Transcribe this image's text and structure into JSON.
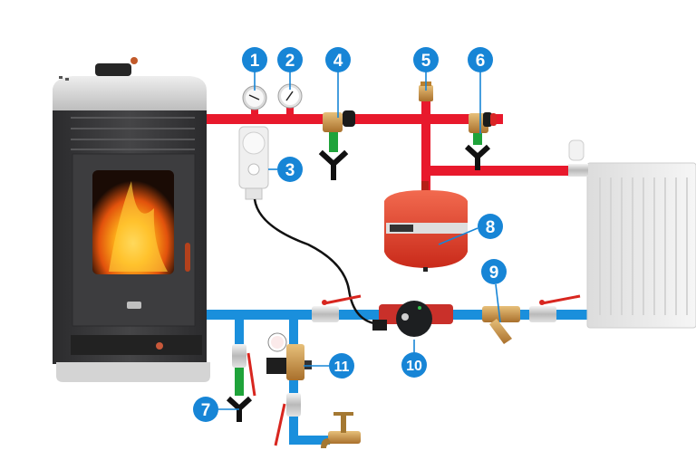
{
  "colors": {
    "hot_pipe": "#e8192c",
    "cold_pipe": "#1a8fdc",
    "drain_pipe": "#1fa33a",
    "badge": "#1785d6",
    "brass": "#c8974d",
    "valve_handle": "#d8261f",
    "stove_body": "#3a3a3c",
    "stove_top": "#d6d6d6",
    "expansion_tank": "#e2412c",
    "radiator": "#efefef"
  },
  "components": [
    {
      "number": "1",
      "icon": "thermometer-icon"
    },
    {
      "number": "2",
      "icon": "pressure-gauge-icon"
    },
    {
      "number": "3",
      "icon": "pipe-thermostat-icon"
    },
    {
      "number": "4",
      "icon": "safety-valve-icon"
    },
    {
      "number": "5",
      "icon": "air-vent-icon"
    },
    {
      "number": "6",
      "icon": "safety-valve-icon"
    },
    {
      "number": "7",
      "icon": "drain-outlet-icon"
    },
    {
      "number": "8",
      "icon": "expansion-tank-icon"
    },
    {
      "number": "9",
      "icon": "y-strainer-icon"
    },
    {
      "number": "10",
      "icon": "circulation-pump-icon"
    },
    {
      "number": "11",
      "icon": "pressure-reducer-icon"
    }
  ]
}
